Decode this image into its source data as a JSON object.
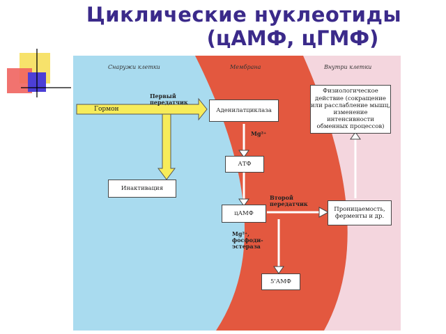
{
  "title": {
    "line1": "Циклические нуклеотиды",
    "line2": "(цАМФ, цГМФ)"
  },
  "zones": {
    "outside": "Снаружи клетки",
    "membrane": "Мембрана",
    "inside": "Внутри клетки"
  },
  "nodes": {
    "hormone": "Гормон",
    "first_messenger": "Первый передатчик",
    "adenylate_cyclase": "Аденилатциклаза",
    "mg_top": "Mg²⁺",
    "atp": "АТФ",
    "inactivation": "Инактивация",
    "camp": "цАМФ",
    "second_messenger": "Второй передатчик",
    "mg_pde": "Mg²⁺, фосфоди-эстераза",
    "amp5": "5'АМФ",
    "physiological": "Физиологическое действие (сокращение или расслабление мышц, изменение интенсивности обменных процессов)",
    "permeability": "Проницаемость, ферменты и др."
  },
  "colors": {
    "title": "#3b2a8a",
    "outside_bg": "#a9dbef",
    "membrane_bg": "#e3583f",
    "inside_bg": "#f4d6de",
    "hormone_arrow": "#f7ec5a"
  }
}
